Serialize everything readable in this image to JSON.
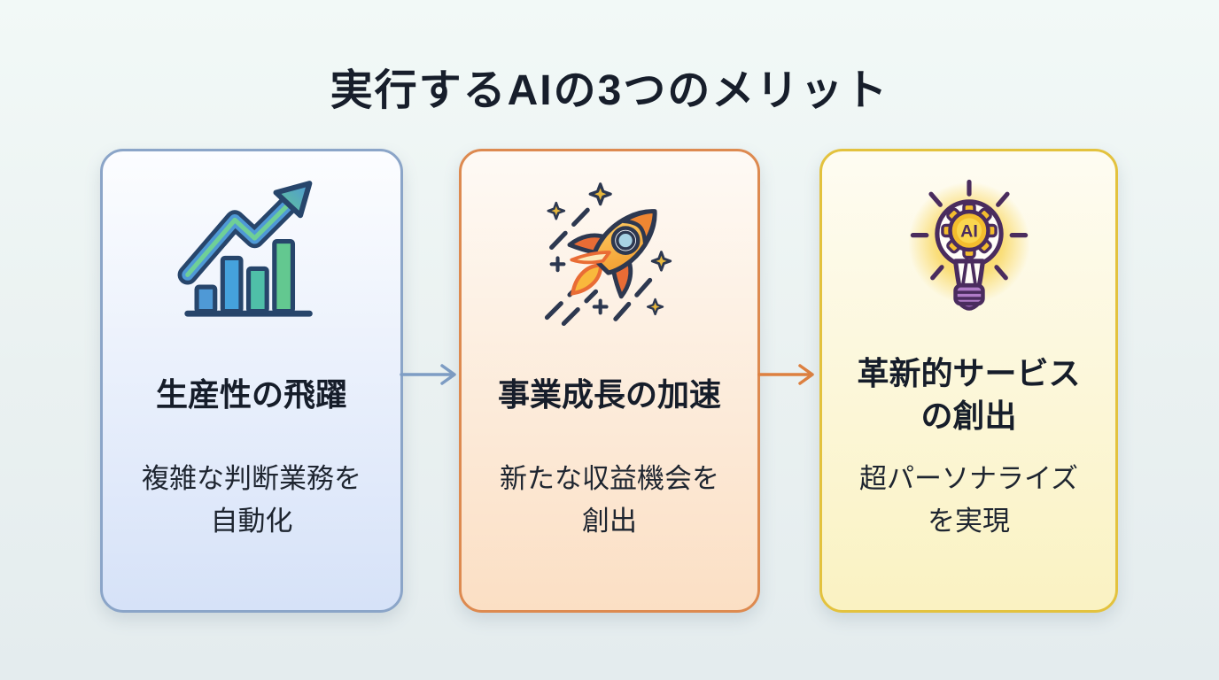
{
  "page": {
    "title": "実行するAIの3つのメリット",
    "background_top": "#f2f9f7",
    "background_bottom": "#e4ecee"
  },
  "cards": [
    {
      "id": "productivity",
      "icon": "growth-chart-icon",
      "title": "生産性の飛躍",
      "body": "複雑な判断業務を\n自動化",
      "border_color": "#8ba5c8",
      "bg_top": "#fcfdff",
      "bg_bottom": "#d6e2f8"
    },
    {
      "id": "business-growth",
      "icon": "rocket-icon",
      "title": "事業成長の加速",
      "body": "新たな収益機会を\n創出",
      "border_color": "#dd8a50",
      "bg_top": "#fefaf5",
      "bg_bottom": "#fbdfc4"
    },
    {
      "id": "innovative-service",
      "icon": "ai-lightbulb-icon",
      "title": "革新的サービス\nの創出",
      "body": "超パーソナライズ\nを実現",
      "border_color": "#e3c23e",
      "bg_top": "#fefcf2",
      "bg_bottom": "#faf2c2"
    }
  ],
  "arrows": [
    {
      "from": "productivity",
      "to": "business-growth",
      "color": "#7e9dc4"
    },
    {
      "from": "business-growth",
      "to": "innovative-service",
      "color": "#dd8040"
    }
  ],
  "icon_colors": {
    "chart_outline": "#27456b",
    "chart_blue": "#4f99d6",
    "chart_teal": "#4fbfa8",
    "chart_green": "#63c890",
    "rocket_outline": "#2d3850",
    "rocket_body": "#f9b83c",
    "rocket_fin": "#e96c35",
    "star_gold": "#e9b83c",
    "bulb_outline": "#4a2c5e",
    "bulb_glow": "#f9d453",
    "gear_gold": "#f3bd2e",
    "bulb_base_purple": "#b07cc8"
  }
}
